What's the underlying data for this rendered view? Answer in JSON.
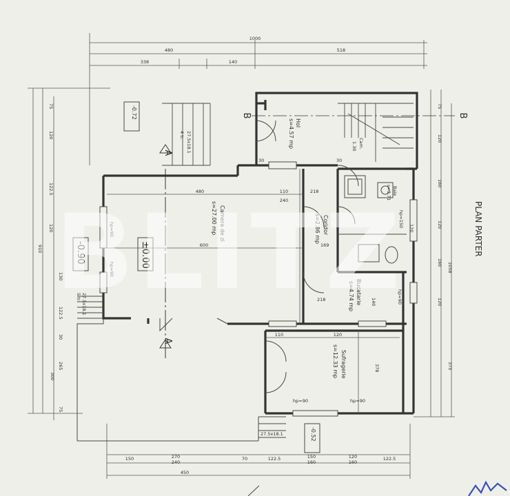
{
  "drawing_title": "PLAN PARTER",
  "watermark": "BLITZ",
  "section_marker": "B",
  "section_marker_left": "B",
  "section_a": "A",
  "rooms": {
    "hol_name": "Hol",
    "hol_area": "s=4.57 mp",
    "camara_name": "Cam.",
    "camara_area": "1.30",
    "camera_name": "Camera de zi",
    "camera_area": "s=27.00 mp",
    "coridor_name": "Coridor",
    "coridor_area": "s=2.86 mp",
    "baie_name": "Baie",
    "baie_area": "s=3.71",
    "bucatarie_name": "Bucatarie",
    "bucatarie_area": "s=4.74 mp",
    "sufragerie_name": "Sufragerie",
    "sufragerie_area": "s=12.33 mp"
  },
  "levels": {
    "stair_top": "-0.72",
    "terrace": "-0.90",
    "living": "±0.00",
    "bottom": "-0.52"
  },
  "stairs": {
    "top_label": "27.5x18.1",
    "top_count": "4 tr.",
    "left_label": "27.5x18.1",
    "left_count": "5 tr.",
    "bottom_label": "27.5x18.1"
  },
  "dims_top": {
    "total": "1000",
    "part_a": "480",
    "part_b": "518",
    "part_c": "338",
    "part_d": "140"
  },
  "dims_bottom": {
    "d1": "150",
    "d2": "270",
    "d3": "240",
    "d4": "70",
    "d5": "122.5",
    "d6": "150",
    "d7": "160",
    "d8": "120",
    "d9": "160",
    "d10": "122.5",
    "total": "450"
  },
  "dims_interior": {
    "living_w": "480",
    "corr_w1": "110",
    "corr_w2": "240",
    "living_depth": "600",
    "corr_left": "218",
    "corr_mid": "169",
    "buc_side": "218",
    "buc_w": "140",
    "suf_w1": "110",
    "suf_w2": "120",
    "suf_depth": "378",
    "hol_h": "30",
    "hol_h2": "30",
    "baie_side": "120",
    "sill_1": "hp=90",
    "sill_2": "hp=90",
    "sill_3": "hp=90",
    "sill_4": "hp=90",
    "sill_5": "hp=90",
    "sill_6": "hp=150"
  },
  "dims_left": {
    "l1": "75",
    "l2": "120",
    "l3": "122.5",
    "l4": "120",
    "l5": "910",
    "l6": "130",
    "l7": "122.5",
    "l8": "30",
    "l9": "265",
    "l10": "300",
    "l11": "75"
  },
  "dims_right": {
    "r1": "75",
    "r2": "120",
    "r3": "160",
    "r4": "120",
    "r5": "160",
    "r6": "120",
    "r7": "1058",
    "r8": "375"
  }
}
